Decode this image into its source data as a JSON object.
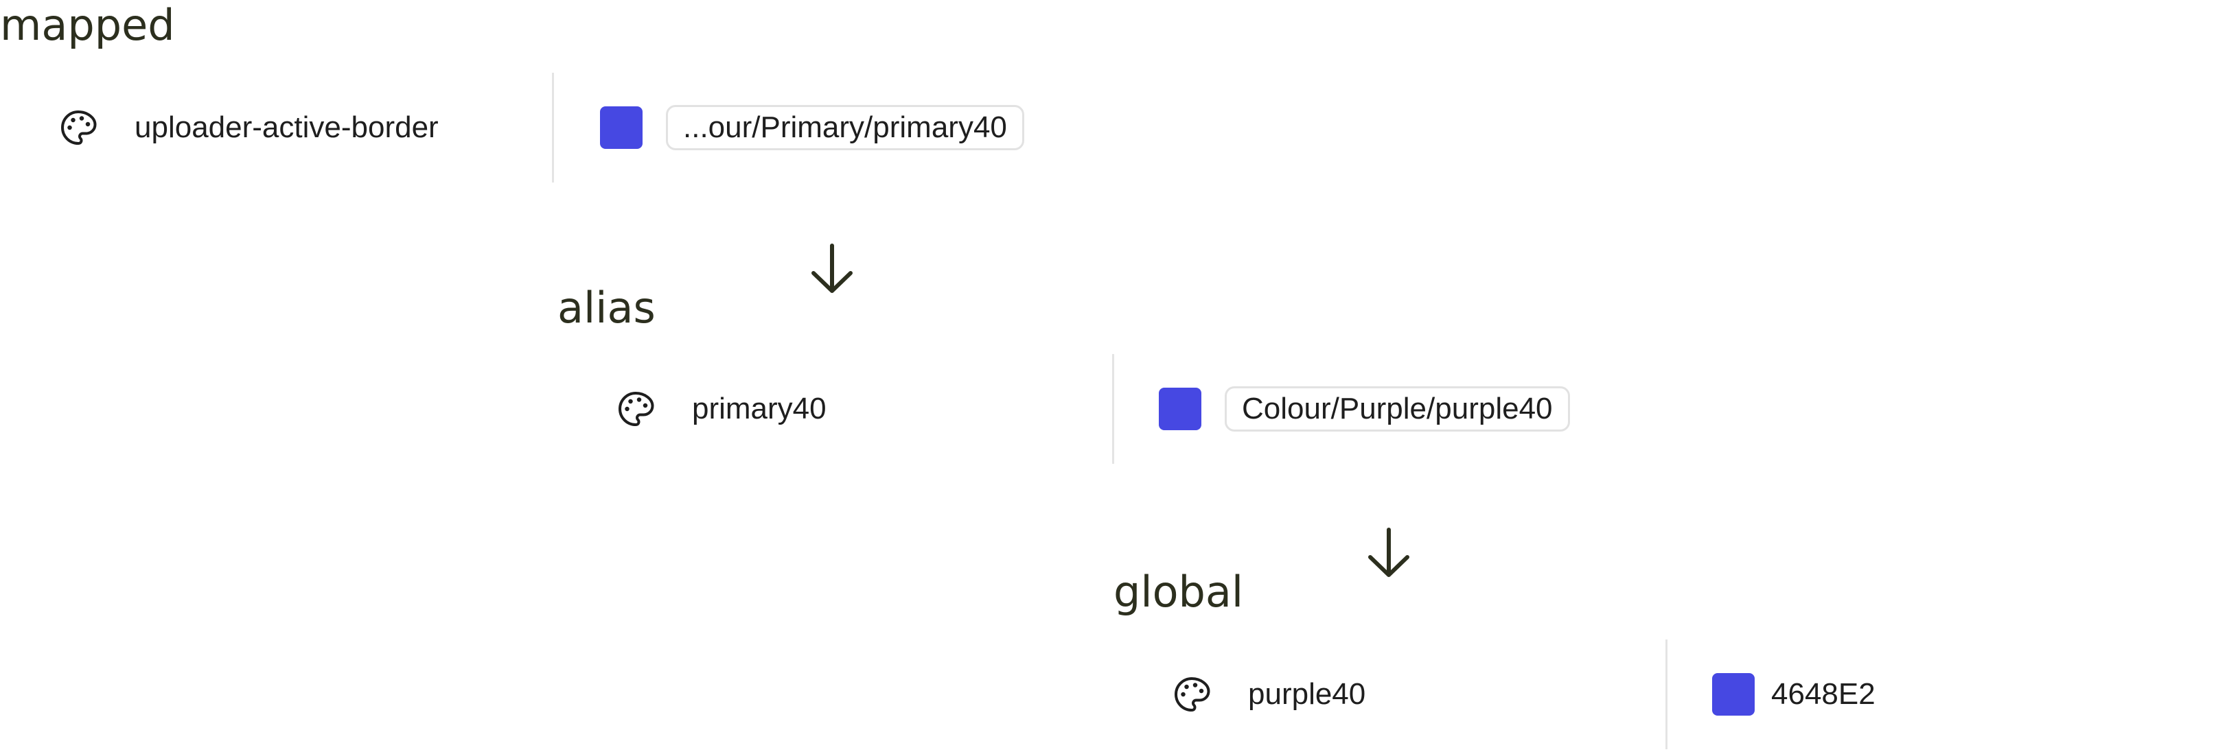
{
  "accent_color": "#4648E2",
  "tiers": [
    {
      "heading": "mapped",
      "token_name": "uploader-active-border",
      "token_icon": "palette-icon",
      "swatch_color": "#4648E2",
      "value": "...our/Primary/primary40",
      "value_style": "reference-chip"
    },
    {
      "heading": "alias",
      "token_name": "primary40",
      "token_icon": "palette-icon",
      "swatch_color": "#4648E2",
      "value": "Colour/Purple/purple40",
      "value_style": "reference-chip"
    },
    {
      "heading": "global",
      "token_name": "purple40",
      "token_icon": "palette-icon",
      "swatch_color": "#4648E2",
      "value": "4648E2",
      "value_style": "plain-hex"
    }
  ],
  "connectors": [
    {
      "icon": "arrow-down-icon"
    },
    {
      "icon": "arrow-down-icon"
    }
  ]
}
